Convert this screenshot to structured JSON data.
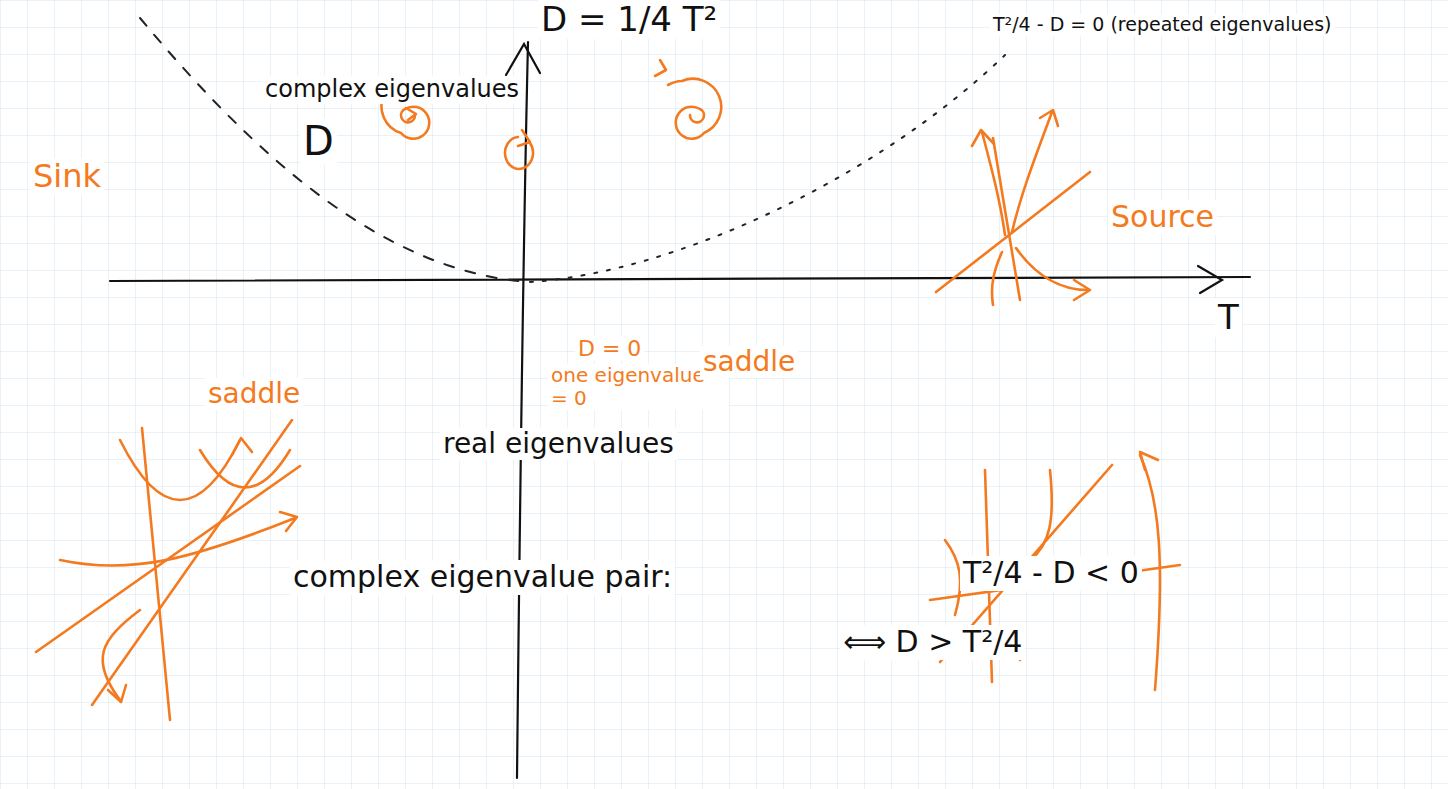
{
  "diagram": {
    "labels": [
      "D = 1/4 T²",
      "complex eigenvalues",
      "D",
      "T²/4 - D = 0 (repeated eigenvalues)",
      "Source",
      "Sink",
      "saddle",
      "D = 0",
      "one eigenvalue = 0",
      "saddle",
      "T",
      "real eigenvalues",
      "complex eigenvalue pair:",
      "T²/4 - D < 0",
      "⟺ D > T²/4"
    ]
  }
}
